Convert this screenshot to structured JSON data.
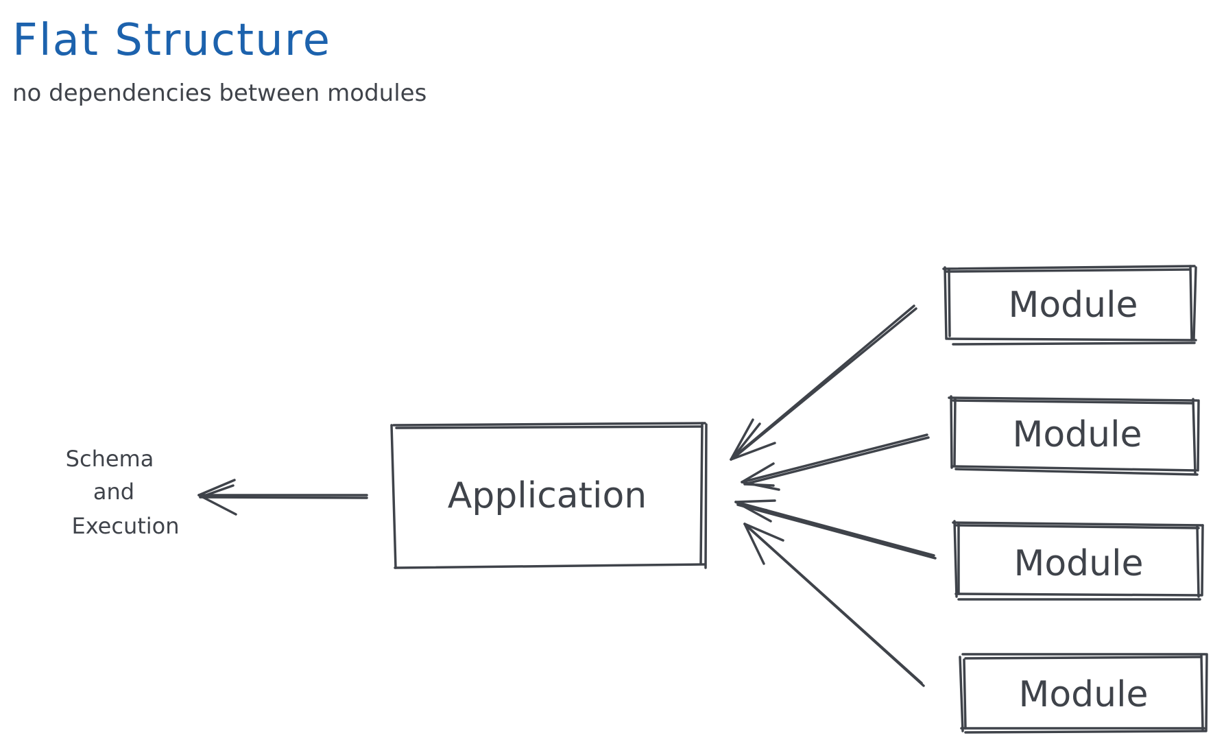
{
  "title": "Flat Structure",
  "subtitle": "no dependencies between modules",
  "nodes": {
    "schema": [
      "Schema",
      "and",
      "Execution"
    ],
    "application": "Application",
    "modules": [
      "Module",
      "Module",
      "Module",
      "Module"
    ]
  },
  "colors": {
    "title": "#1c62ad",
    "ink": "#3f434a",
    "background": "#ffffff"
  }
}
